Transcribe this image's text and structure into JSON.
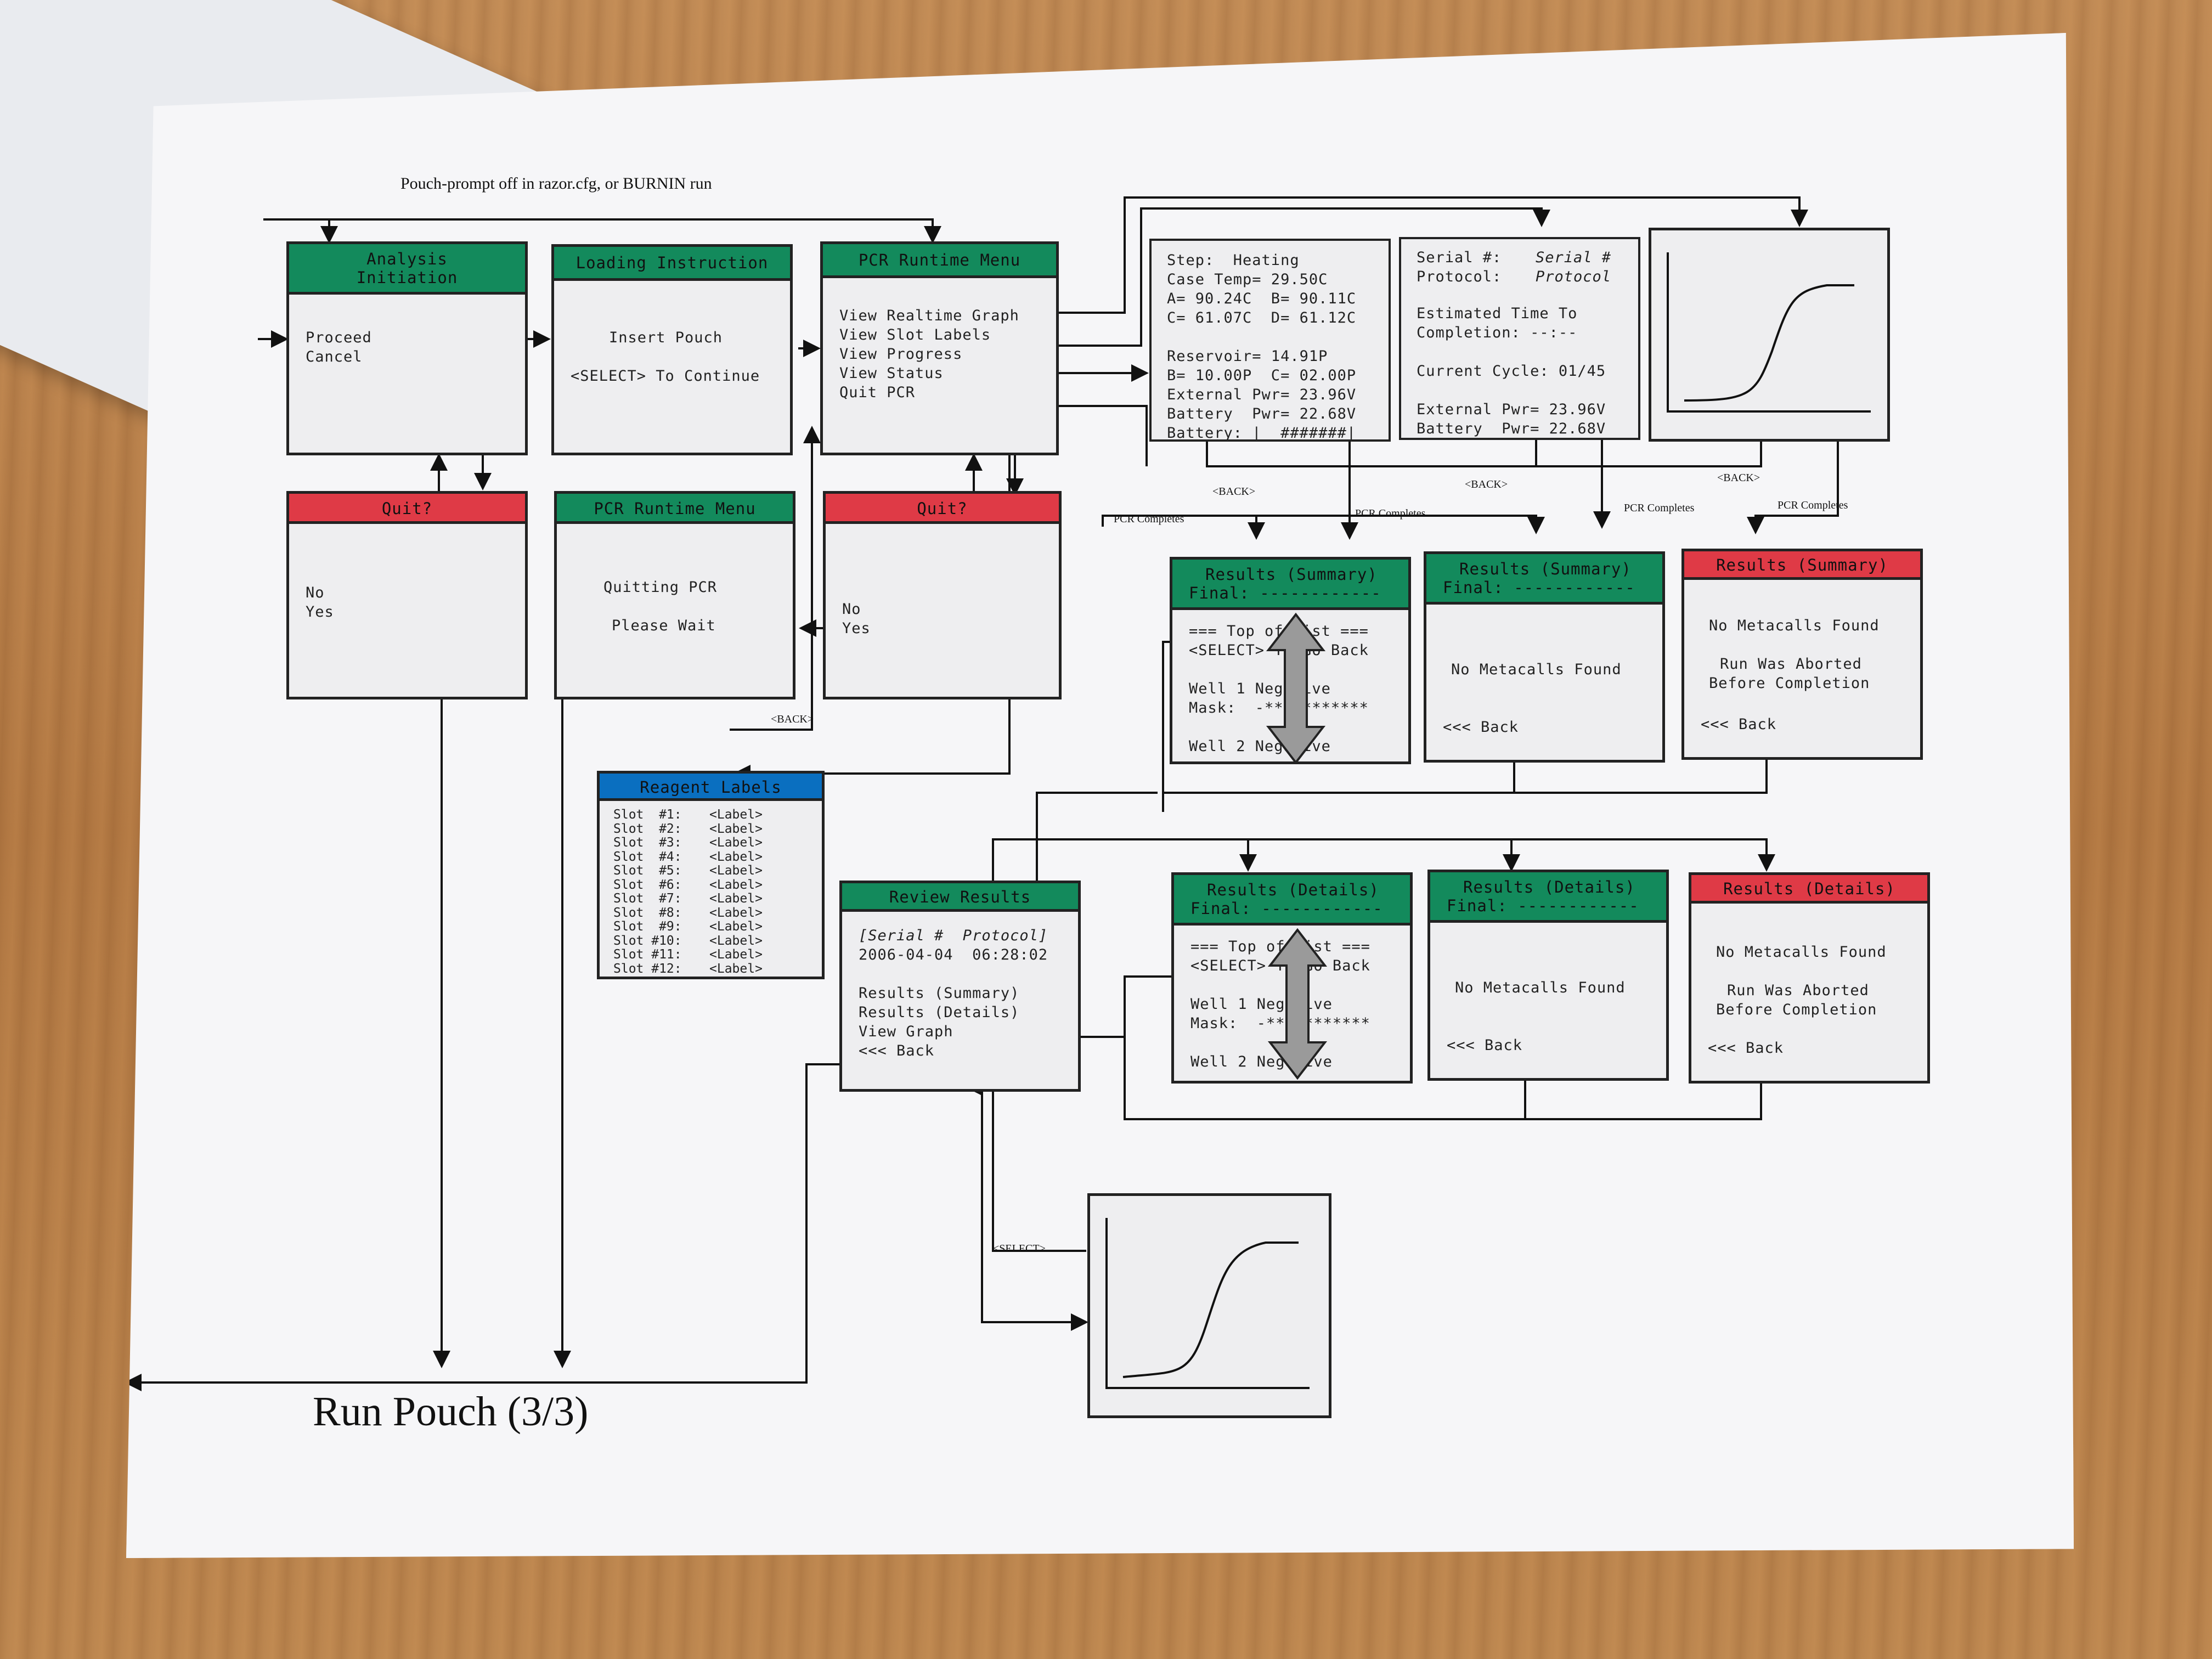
{
  "title": "Run Pouch (3/3)",
  "top_note": "Pouch-prompt off in razor.cfg, or BURNIN run",
  "analysis_initiation": {
    "header": "Analysis\nInitiation",
    "proceed": "Proceed",
    "cancel": "Cancel"
  },
  "loading_instruction": {
    "header": "Loading Instruction",
    "line1": "Insert Pouch",
    "line2": "<SELECT> To Continue"
  },
  "pcr_runtime_menu": {
    "header": "PCR Runtime Menu",
    "items": [
      "View Realtime Graph",
      "View Slot Labels",
      "View Progress",
      "View Status",
      "Quit PCR"
    ]
  },
  "quit_left": {
    "header": "Quit?",
    "no": "No",
    "yes": "Yes"
  },
  "pcr_quitting": {
    "header": "PCR Runtime Menu",
    "line1": "Quitting PCR",
    "line2": "Please Wait"
  },
  "quit_right": {
    "header": "Quit?",
    "no": "No",
    "yes": "Yes"
  },
  "status_panel": {
    "lines": [
      "Step:  Heating",
      "Case Temp= 29.50C",
      "A= 90.24C  B= 90.11C",
      "C= 61.07C  D= 61.12C",
      "",
      "Reservoir= 14.91P",
      "B= 10.00P  C= 02.00P",
      "External Pwr= 23.96V",
      "Battery  Pwr= 22.68V",
      "Battery: |__#######|"
    ]
  },
  "progress_panel": {
    "serial_label": "Serial #:",
    "serial_value": "Serial #",
    "protocol_label": "Protocol:",
    "protocol_value": "Protocol",
    "est1": "Estimated Time To",
    "est2": "Completion: --:--",
    "cycle": "Current Cycle: 01/45",
    "ext": "External Pwr= 23.96V",
    "bat": "Battery  Pwr= 22.68V"
  },
  "labels": {
    "back": "<BACK>",
    "pcr_completes": "PCR Completes",
    "select": "<SELECT>"
  },
  "results_summary_final": {
    "header1": "Results (Summary)",
    "header2": "Final: ------------",
    "lines": [
      "=== Top of List ===",
      "<SELECT> To Go Back",
      "",
      "Well 1 Negative",
      "Mask:  -***********",
      "",
      "Well 2 Negative"
    ]
  },
  "results_summary_none": {
    "header1": "Results (Summary)",
    "header2": "Final: ------------",
    "line1": "No Metacalls Found",
    "back": "<<< Back"
  },
  "results_summary_aborted": {
    "header": "Results (Summary)",
    "line1": "No Metacalls Found",
    "line2": "Run Was Aborted",
    "line3": "Before Completion",
    "back": "<<< Back"
  },
  "reagent_labels": {
    "header": "Reagent Labels",
    "slots": [
      {
        "slot": "Slot  #1:",
        "label": "<Label>"
      },
      {
        "slot": "Slot  #2:",
        "label": "<Label>"
      },
      {
        "slot": "Slot  #3:",
        "label": "<Label>"
      },
      {
        "slot": "Slot  #4:",
        "label": "<Label>"
      },
      {
        "slot": "Slot  #5:",
        "label": "<Label>"
      },
      {
        "slot": "Slot  #6:",
        "label": "<Label>"
      },
      {
        "slot": "Slot  #7:",
        "label": "<Label>"
      },
      {
        "slot": "Slot  #8:",
        "label": "<Label>"
      },
      {
        "slot": "Slot  #9:",
        "label": "<Label>"
      },
      {
        "slot": "Slot #10:",
        "label": "<Label>"
      },
      {
        "slot": "Slot #11:",
        "label": "<Label>"
      },
      {
        "slot": "Slot #12:",
        "label": "<Label>"
      }
    ]
  },
  "review_results": {
    "header": "Review Results",
    "serial_protocol": "[Serial #  Protocol]",
    "datetime": "2006-04-04  06:28:02",
    "items": [
      "Results (Summary)",
      "Results (Details)",
      "View Graph",
      "<<< Back"
    ]
  },
  "results_details_final": {
    "header1": "Results (Details)",
    "header2": "Final: ------------",
    "lines": [
      "=== Top of List ===",
      "<SELECT> To Go Back",
      "",
      "Well 1 Negative",
      "Mask:  -***********",
      "",
      "Well 2 Negative"
    ]
  },
  "results_details_none": {
    "header1": "Results (Details)",
    "header2": "Final: ------------",
    "line1": "No Metacalls Found",
    "back": "<<< Back"
  },
  "results_details_aborted": {
    "header": "Results (Details)",
    "line1": "No Metacalls Found",
    "line2": "Run Was Aborted",
    "line3": "Before Completion",
    "back": "<<< Back"
  },
  "colors": {
    "green": "#138a5c",
    "red": "#df3a46",
    "blue": "#0a6fc0",
    "arrow": "#9a9a9a"
  }
}
